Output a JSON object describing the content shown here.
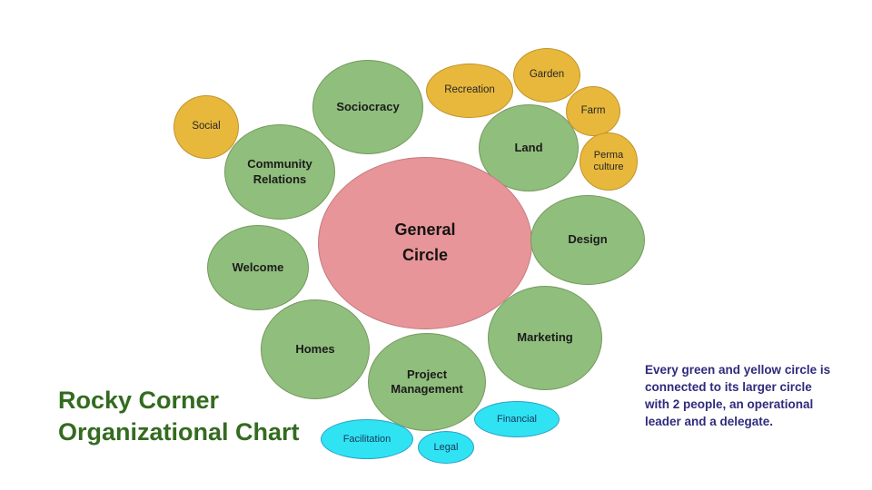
{
  "page": {
    "background": "#ffffff"
  },
  "title": {
    "line1": "Rocky Corner",
    "line2": "Organizational Chart",
    "color": "#336B1F"
  },
  "note": {
    "text": "Every green and yellow circle is\nconnected to its larger circle\nwith 2 people, an operational\nleader and a delegate.",
    "color": "#2F2B7C"
  },
  "palette": {
    "green_fill": "#90BE7D",
    "green_stroke": "#75995D",
    "pink_fill": "#E79598",
    "pink_stroke": "#C07C80",
    "yellow_fill": "#E8B83C",
    "yellow_stroke": "#C2932B",
    "cyan_fill": "#30E3F2",
    "cyan_stroke": "#2AA0C8"
  },
  "circles": {
    "land": {
      "label": "Land",
      "type": "green"
    },
    "sociocracy": {
      "label": "Sociocracy",
      "type": "green"
    },
    "community_relations": {
      "label": "Community\nRelations",
      "type": "green"
    },
    "general": {
      "label": "General\nCircle",
      "type": "pink"
    },
    "design": {
      "label": "Design",
      "type": "green"
    },
    "welcome": {
      "label": "Welcome",
      "type": "green"
    },
    "homes": {
      "label": "Homes",
      "type": "green"
    },
    "marketing": {
      "label": "Marketing",
      "type": "green"
    },
    "project_management": {
      "label": "Project\nManagement",
      "type": "green"
    },
    "social": {
      "label": "Social",
      "type": "yellow"
    },
    "recreation": {
      "label": "Recreation",
      "type": "yellow"
    },
    "garden": {
      "label": "Garden",
      "type": "yellow"
    },
    "farm": {
      "label": "Farm",
      "type": "yellow"
    },
    "permaculture": {
      "label": "Perma\nculture",
      "type": "yellow"
    },
    "facilitation": {
      "label": "Facilitation",
      "type": "cyan"
    },
    "legal": {
      "label": "Legal",
      "type": "cyan"
    },
    "financial": {
      "label": "Financial",
      "type": "cyan"
    }
  }
}
